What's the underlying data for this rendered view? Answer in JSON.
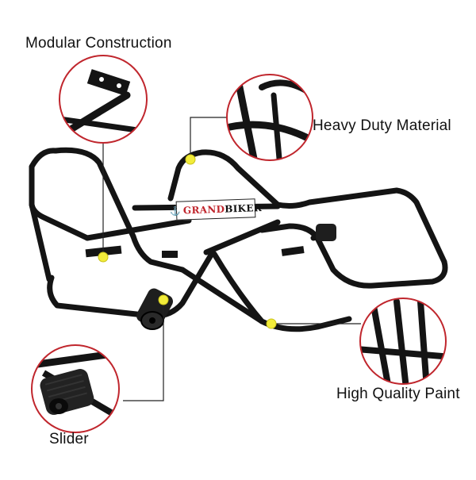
{
  "product": {
    "brand_prefix": "GRAND",
    "brand_suffix": "BIKER"
  },
  "callouts": {
    "modular": "Modular Construction",
    "heavy": "Heavy Duty Material",
    "paint": "High Quality Paint",
    "slider": "Slider"
  },
  "colors": {
    "accent_ring": "#c0262d",
    "marker": "#f2ec3a",
    "frame": "#141414"
  }
}
